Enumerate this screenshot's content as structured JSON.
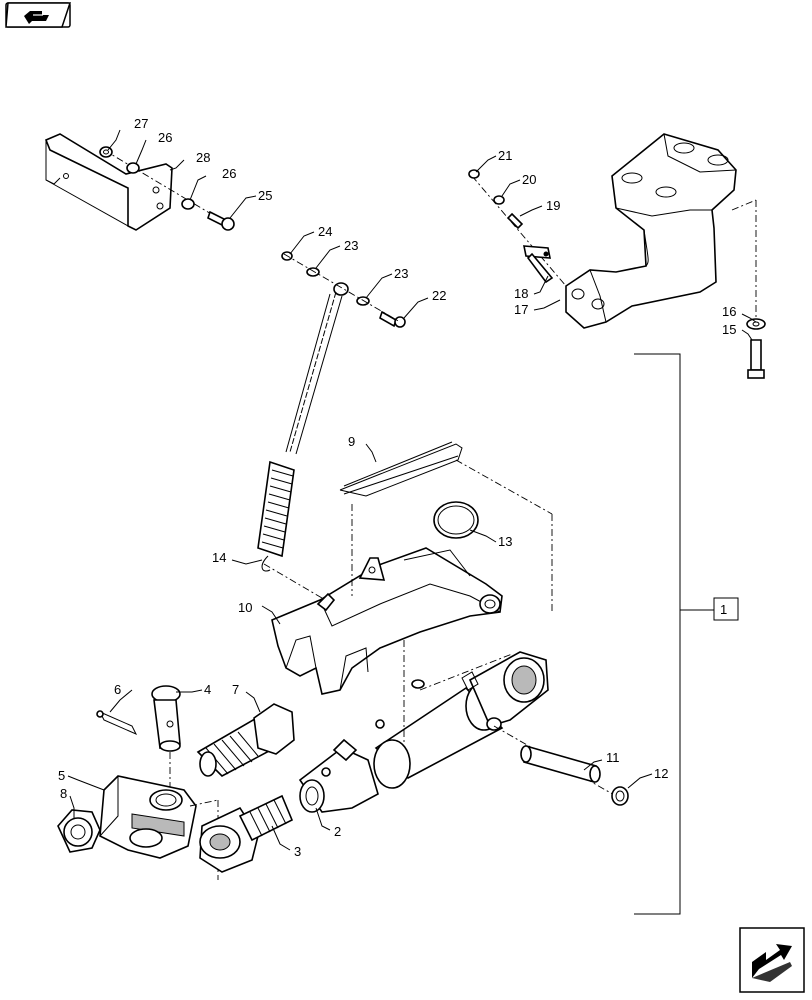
{
  "callouts": {
    "p1": "1",
    "p2": "2",
    "p3": "3",
    "p4": "4",
    "p5": "5",
    "p6": "6",
    "p7": "7",
    "p8": "8",
    "p9": "9",
    "p10": "10",
    "p11": "11",
    "p12": "12",
    "p13": "13",
    "p14": "14",
    "p15": "15",
    "p16": "16",
    "p17": "17",
    "p18": "18",
    "p19": "19",
    "p20": "20",
    "p21": "21",
    "p22": "22",
    "p23a": "23",
    "p23b": "23",
    "p24": "24",
    "p25": "25",
    "p26a": "26",
    "p26b": "26",
    "p27": "27",
    "p28": "28"
  },
  "icons": {
    "top_left": "book-hand-icon",
    "bottom_right": "next-page-arrow-icon"
  }
}
